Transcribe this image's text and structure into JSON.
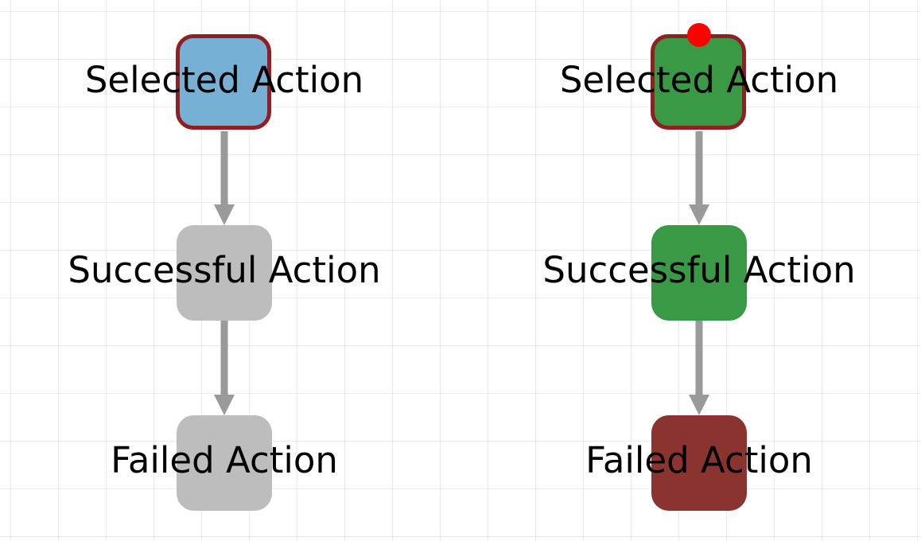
{
  "diagrams": [
    {
      "nodes": [
        {
          "label": "Selected Action",
          "fill": "#76b0d4",
          "selected": true
        },
        {
          "label": "Successful Action",
          "fill": "#bdbdbd",
          "selected": false
        },
        {
          "label": "Failed Action",
          "fill": "#bdbdbd",
          "selected": false
        }
      ]
    },
    {
      "nodes": [
        {
          "label": "Selected Action",
          "fill": "#3a9945",
          "selected": true,
          "marker": "red-dot"
        },
        {
          "label": "Successful Action",
          "fill": "#3a9945",
          "selected": false
        },
        {
          "label": "Failed Action",
          "fill": "#8b342f",
          "selected": false
        }
      ]
    }
  ],
  "colors": {
    "selected_border": "#8f1f22",
    "edge": "#9a9a9a",
    "marker": "#ff0000"
  },
  "edges": [
    {
      "from": "Selected Action",
      "to": "Successful Action"
    },
    {
      "from": "Successful Action",
      "to": "Failed Action"
    }
  ]
}
